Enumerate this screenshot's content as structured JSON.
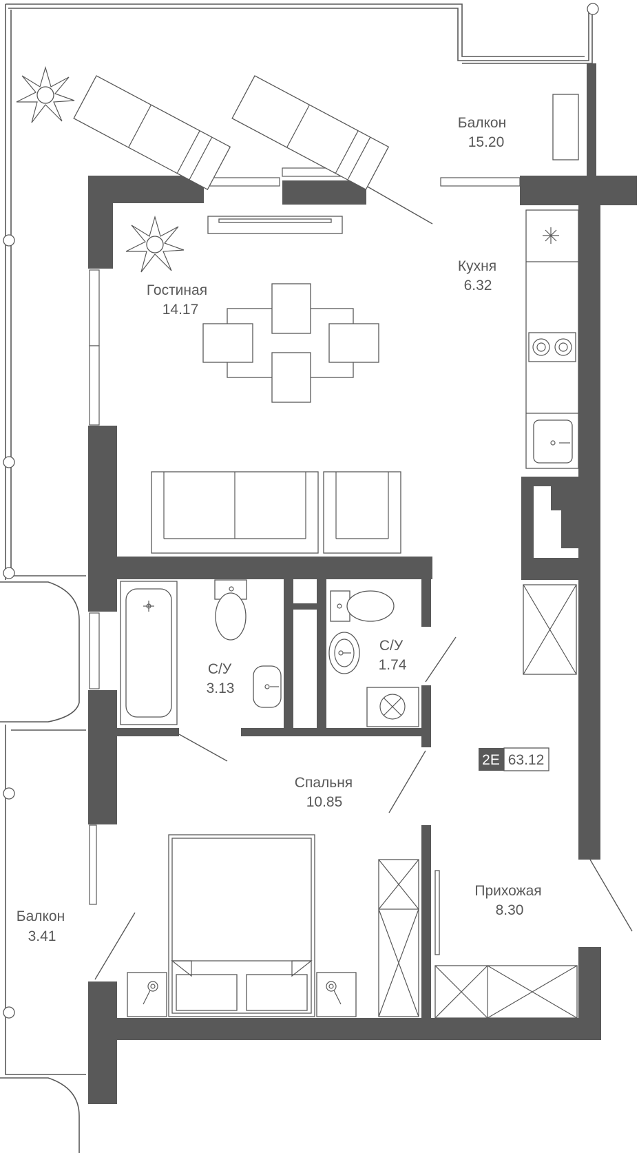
{
  "rooms": {
    "balcony_top": {
      "name": "Балкон",
      "area": "15.20"
    },
    "kitchen": {
      "name": "Кухня",
      "area": "6.32"
    },
    "living": {
      "name": "Гостиная",
      "area": "14.17"
    },
    "bathroom_left": {
      "name": "С/У",
      "area": "3.13"
    },
    "bathroom_right": {
      "name": "С/У",
      "area": "1.74"
    },
    "bedroom": {
      "name": "Спальня",
      "area": "10.85"
    },
    "hallway": {
      "name": "Прихожая",
      "area": "8.30"
    },
    "balcony_bottom": {
      "name": "Балкон",
      "area": "3.41"
    }
  },
  "apartment": {
    "type": "2E",
    "total_area": "63.12"
  }
}
